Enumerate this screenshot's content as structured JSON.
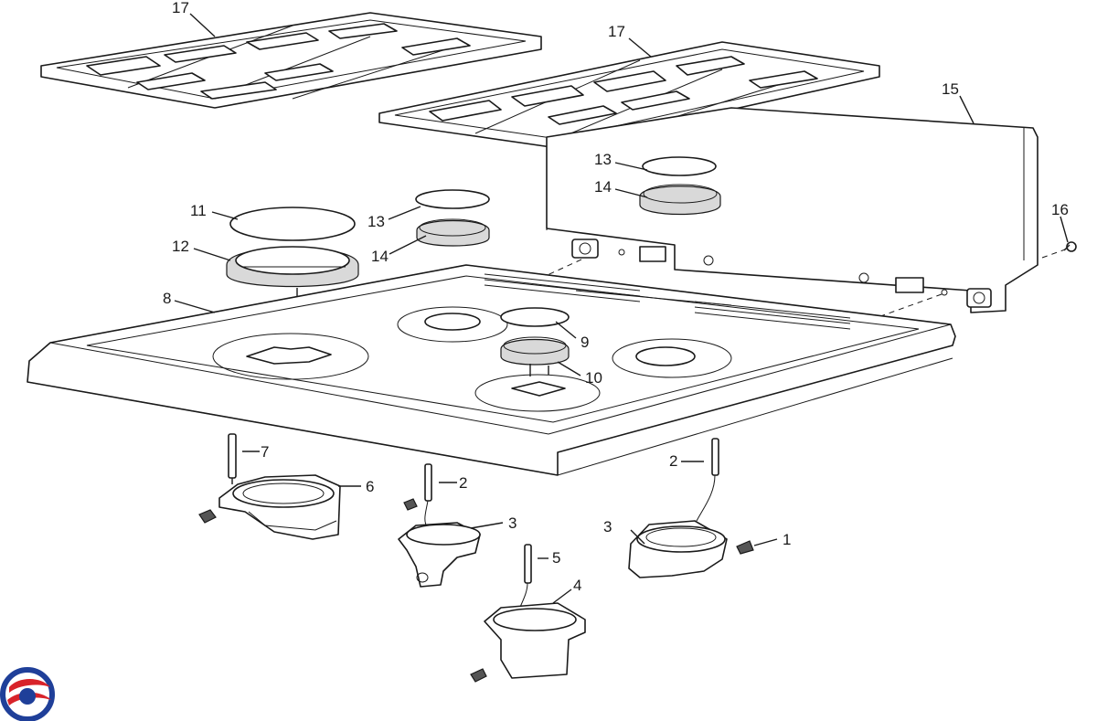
{
  "callouts": {
    "c1": "1",
    "c2a": "2",
    "c2b": "2",
    "c3a": "3",
    "c3b": "3",
    "c4": "4",
    "c5": "5",
    "c6": "6",
    "c7": "7",
    "c8": "8",
    "c9": "9",
    "c10": "10",
    "c11": "11",
    "c12": "12",
    "c13a": "13",
    "c13b": "13",
    "c14a": "14",
    "c14b": "14",
    "c15": "15",
    "c16": "16",
    "c17a": "17",
    "c17b": "17"
  },
  "logo": {
    "colors": [
      "#1f3f99",
      "#d8232a"
    ]
  }
}
